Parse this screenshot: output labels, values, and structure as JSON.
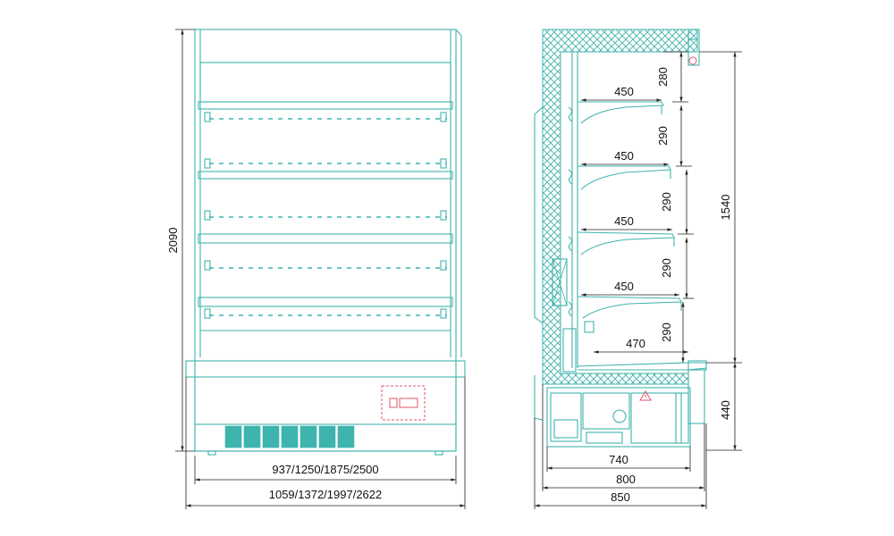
{
  "drawing": {
    "front_view": {
      "height_label": "2090",
      "inner_width_label": "937/1250/1875/2500",
      "outer_width_label": "1059/1372/1997/2622"
    },
    "side_view": {
      "total_height_label": "1540",
      "base_height_label": "440",
      "shelf_depths": [
        "450",
        "450",
        "450",
        "450",
        "470"
      ],
      "shelf_spacings": [
        "280",
        "290",
        "290",
        "290",
        "290"
      ],
      "depth_740_label": "740",
      "depth_800_label": "800",
      "depth_850_label": "850"
    },
    "colors": {
      "line": "#3fb3ad",
      "dimension": "#222222",
      "warning": "#e0556a"
    }
  }
}
